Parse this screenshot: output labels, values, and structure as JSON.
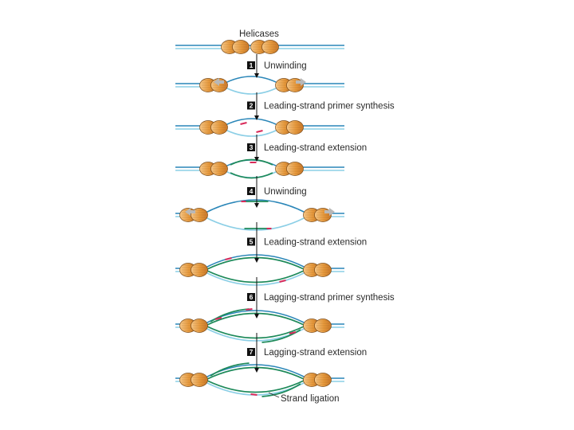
{
  "title": "Helicases",
  "steps": [
    {
      "number": "1",
      "label": "Unwinding"
    },
    {
      "number": "2",
      "label": "Leading-strand primer synthesis"
    },
    {
      "number": "3",
      "label": "Leading-strand extension"
    },
    {
      "number": "4",
      "label": "Unwinding"
    },
    {
      "number": "5",
      "label": "Leading-strand extension"
    },
    {
      "number": "6",
      "label": "Lagging-strand primer synthesis"
    },
    {
      "number": "7",
      "label": "Lagging-strand extension"
    }
  ],
  "final_label": "Strand ligation",
  "colors": {
    "parental_strand": "#2a86b8",
    "template_strand_light": "#8ccfe6",
    "new_strand": "#1e8a5a",
    "primer": "#d92a5a",
    "helicase": "#e89a3c",
    "helicase_edge": "#7a4a18",
    "arrow": "#111111",
    "direction_arrow": "#b8b8b8"
  }
}
